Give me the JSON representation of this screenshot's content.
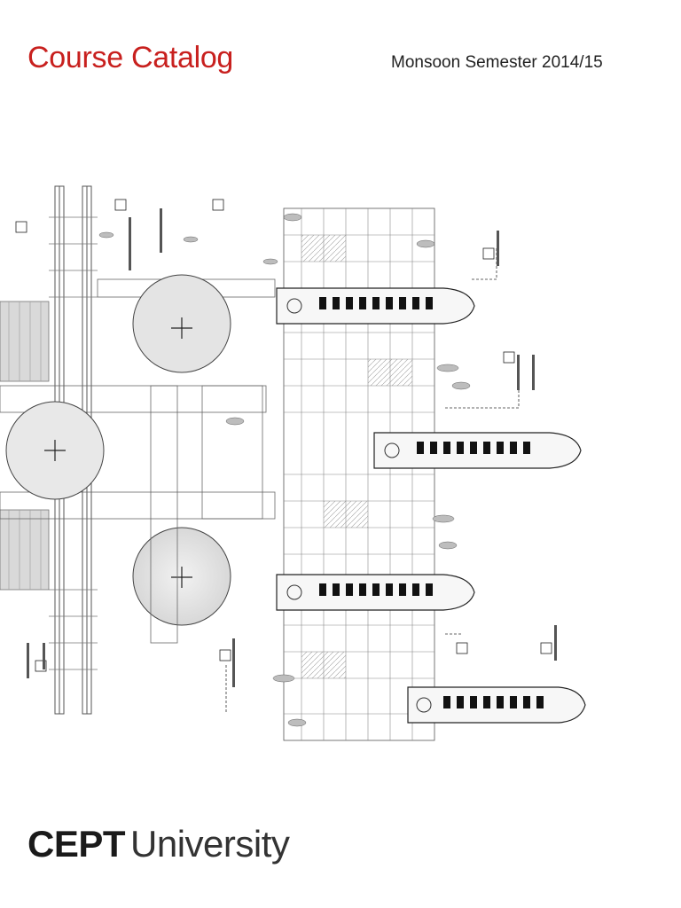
{
  "header": {
    "title": "Course Catalog",
    "semester": "Monsoon Semester 2014/15"
  },
  "cover_art": {
    "description_icon": "architectural-plan-drawing"
  },
  "footer": {
    "logo_bold": "CEPT",
    "logo_light": "University"
  },
  "colors": {
    "title": "#c8201e",
    "text": "#222222",
    "drawing_ink": "#333333"
  }
}
